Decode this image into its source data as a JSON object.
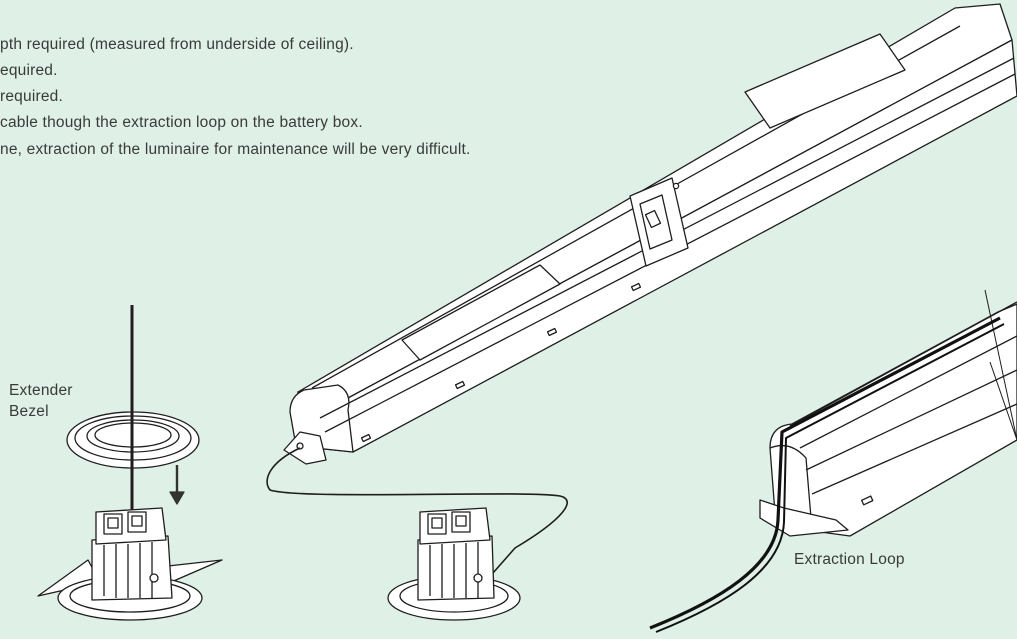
{
  "notes": [
    "pth required (measured from underside of ceiling).",
    "equired.",
    "required.",
    " cable though the extraction loop on the battery box.",
    "ne, extraction of the luminaire for maintenance will be very difficult."
  ],
  "labels": {
    "extender_bezel_1": "Extender",
    "extender_bezel_2": "Bezel",
    "extraction_loop": "Extraction Loop"
  },
  "colors": {
    "background": "#dff0e6",
    "ink": "#1e1e1e",
    "fill": "#ffffff"
  }
}
